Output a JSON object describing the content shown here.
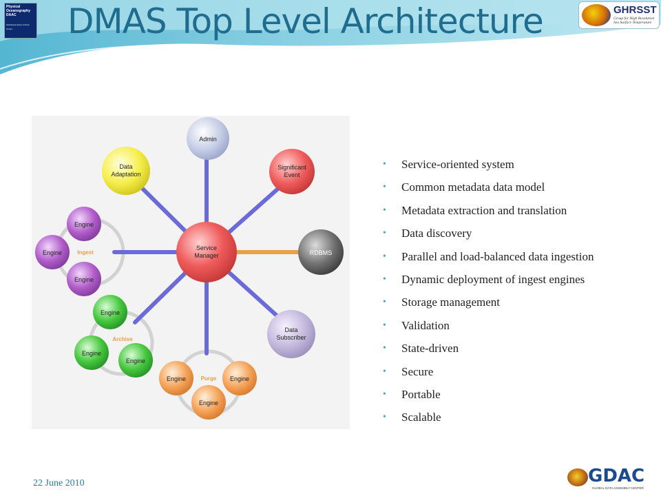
{
  "slide": {
    "title": "DMAS Top Level Architecture",
    "date": "22 June 2010"
  },
  "logos": {
    "podaac": {
      "lines": [
        "Physical",
        "Oceanography",
        "DAAC",
        "Distributed Active Archive Center"
      ]
    },
    "ghrsst": {
      "name": "GHRSST",
      "subtitle": "Group for High Resolution Sea Surface Temperature"
    },
    "gdac": {
      "name": "GDAC",
      "subtitle": "GLOBAL DATA ASSEMBLY CENTER"
    }
  },
  "diagram": {
    "hub": "Service Manager",
    "nodes": {
      "admin": "Admin",
      "significant_event": "Significant Event",
      "rdbms": "RDBMS",
      "data_subscriber": "Data Subscriber",
      "data_adaptation": "Data Adaptation"
    },
    "groups": [
      {
        "label": "Ingest",
        "engines": [
          "Engine",
          "Engine",
          "Engine"
        ]
      },
      {
        "label": "Archive",
        "engines": [
          "Engine",
          "Engine",
          "Engine"
        ]
      },
      {
        "label": "Purge",
        "engines": [
          "Engine",
          "Engine",
          "Engine"
        ]
      }
    ]
  },
  "bullets": [
    "Service-oriented system",
    "Common metadata data model",
    "Metadata extraction and translation",
    "Data discovery",
    "Parallel and load-balanced data ingestion",
    "Dynamic deployment of ingest engines",
    "Storage management",
    "Validation",
    "State-driven",
    "Secure",
    "Portable",
    "Scalable"
  ],
  "colors": {
    "title": "#1f6c8e",
    "bullet_dot": "#4aa5c5",
    "hub": "#ef5b5b",
    "admin": "#c5cde6",
    "significant_event": "#ef5b5b",
    "rdbms": "#707070",
    "data_subscriber": "#c3b8dc",
    "data_adaptation": "#f5ee4a",
    "ingest": "#b05cc9",
    "archive": "#46c73d",
    "purge": "#f5a257",
    "connector": "#6a6ad8",
    "rdbms_connector": "#e8a04a"
  }
}
